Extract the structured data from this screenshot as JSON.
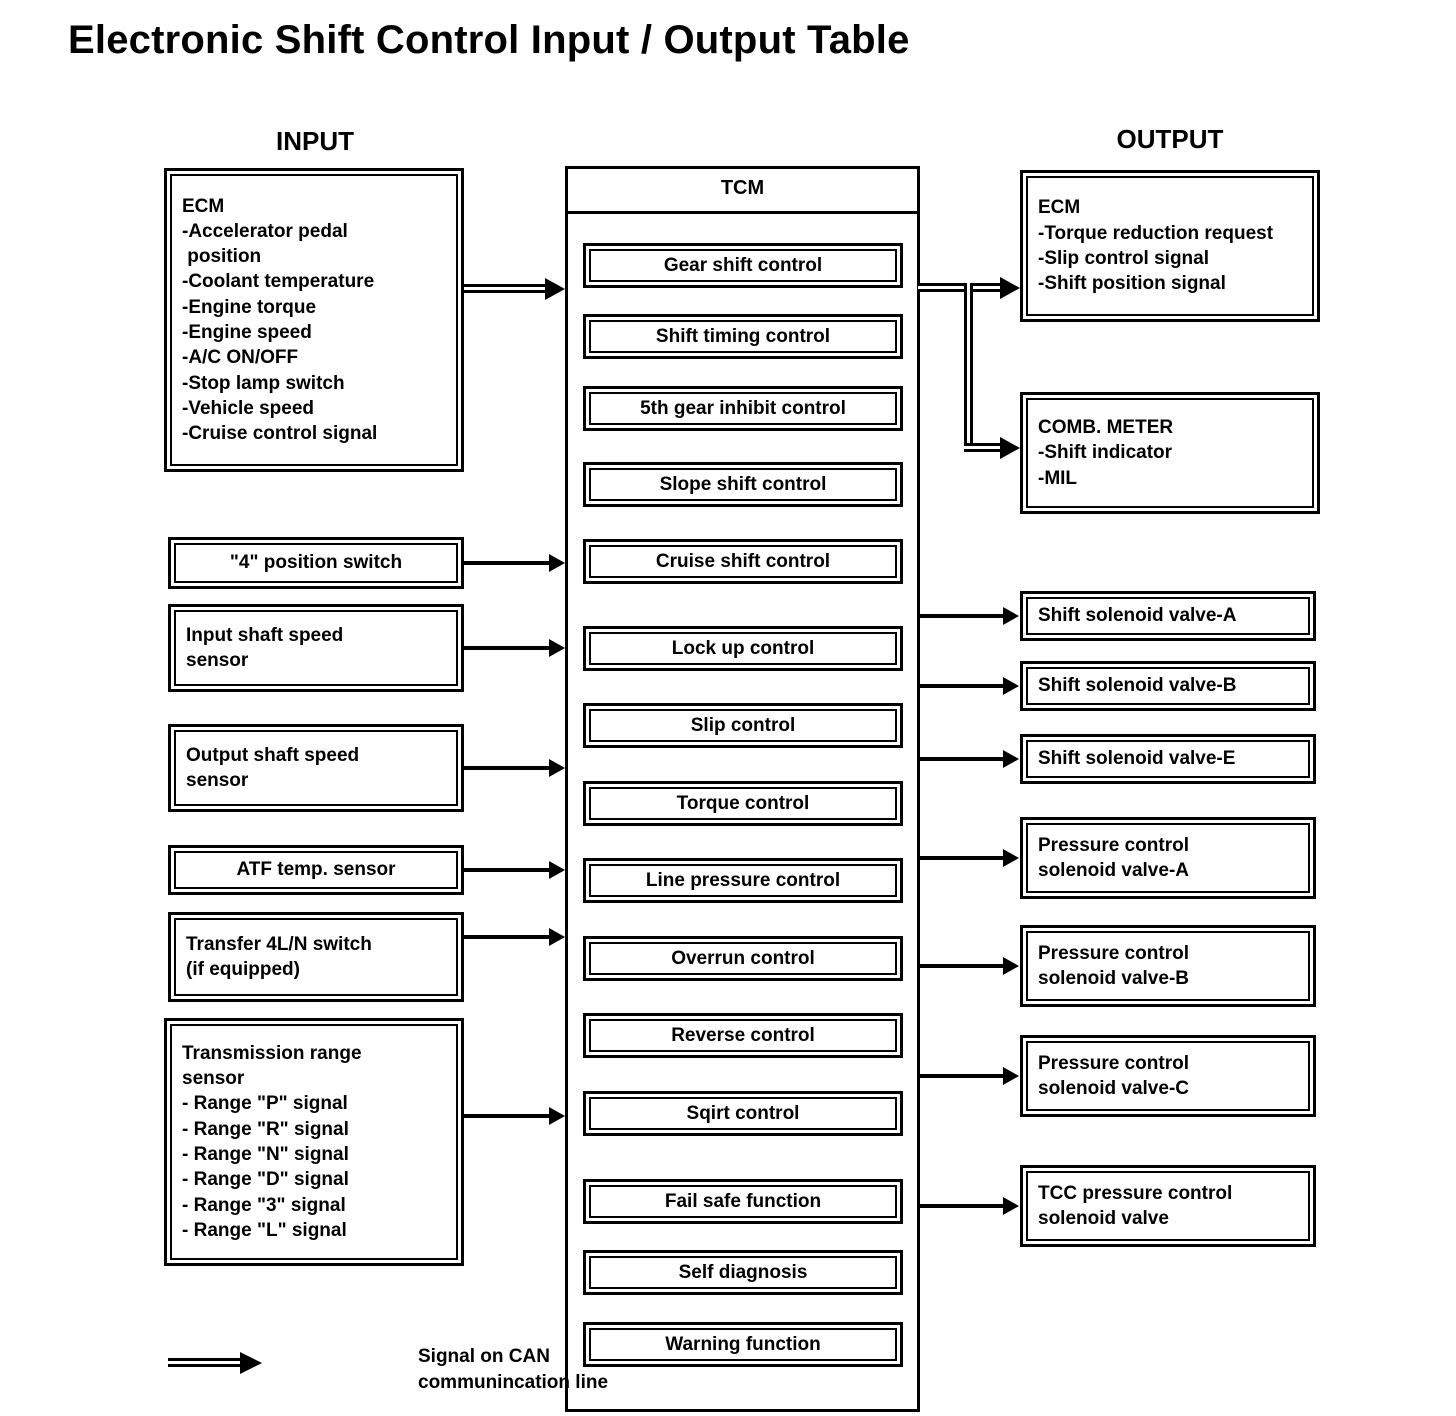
{
  "title": "Electronic Shift Control Input / Output Table",
  "columns": {
    "input_heading": "INPUT",
    "output_heading": "OUTPUT"
  },
  "tcm": {
    "header": "TCM",
    "functions": [
      {
        "label": "Gear shift control"
      },
      {
        "label": "Shift timing control"
      },
      {
        "label": "5th gear inhibit control"
      },
      {
        "label": "Slope shift control"
      },
      {
        "label": "Cruise shift control"
      },
      {
        "label": "Lock up control"
      },
      {
        "label": "Slip control"
      },
      {
        "label": "Torque control"
      },
      {
        "label": "Line pressure control"
      },
      {
        "label": "Overrun control"
      },
      {
        "label": "Reverse control"
      },
      {
        "label": "Sqirt control"
      },
      {
        "label": "Fail safe function"
      },
      {
        "label": "Self diagnosis"
      },
      {
        "label": "Warning function"
      }
    ]
  },
  "inputs": [
    {
      "name": "ecm",
      "lines": [
        "ECM",
        "-Accelerator pedal",
        " position",
        "-Coolant temperature",
        "-Engine torque",
        "-Engine speed",
        "-A/C ON/OFF",
        "-Stop lamp switch",
        "-Vehicle speed",
        "-Cruise control signal"
      ],
      "connector": "can"
    },
    {
      "name": "position-switch-4",
      "lines": [
        "\"4\" position switch"
      ],
      "centered": true,
      "connector": "plain"
    },
    {
      "name": "input-shaft-speed-sensor",
      "lines": [
        "Input shaft speed",
        "sensor"
      ],
      "connector": "plain"
    },
    {
      "name": "output-shaft-speed-sensor",
      "lines": [
        "Output shaft speed",
        "sensor"
      ],
      "connector": "plain"
    },
    {
      "name": "atf-temp-sensor",
      "lines": [
        "ATF temp. sensor"
      ],
      "centered": true,
      "connector": "plain"
    },
    {
      "name": "transfer-4ln-switch",
      "lines": [
        "Transfer 4L/N switch",
        "(if equipped)"
      ],
      "connector": "plain"
    },
    {
      "name": "transmission-range-sensor",
      "lines": [
        "Transmission range",
        "sensor",
        "- Range \"P\" signal",
        "- Range \"R\" signal",
        "- Range \"N\" signal",
        "- Range \"D\" signal",
        "- Range \"3\" signal",
        "- Range \"L\" signal"
      ],
      "connector": "plain"
    }
  ],
  "outputs": [
    {
      "name": "ecm",
      "lines": [
        "ECM",
        "-Torque reduction request",
        "-Slip control signal",
        "-Shift position signal"
      ],
      "connector": "can"
    },
    {
      "name": "comb-meter",
      "lines": [
        "COMB. METER",
        "-Shift indicator",
        "-MIL"
      ],
      "connector": "can"
    },
    {
      "name": "shift-solenoid-valve-a",
      "lines": [
        "Shift solenoid valve-A"
      ],
      "connector": "plain"
    },
    {
      "name": "shift-solenoid-valve-b",
      "lines": [
        "Shift solenoid valve-B"
      ],
      "connector": "plain"
    },
    {
      "name": "shift-solenoid-valve-e",
      "lines": [
        "Shift solenoid valve-E"
      ],
      "connector": "plain"
    },
    {
      "name": "pressure-control-solenoid-valve-a",
      "lines": [
        "Pressure control",
        "solenoid valve-A"
      ],
      "connector": "plain"
    },
    {
      "name": "pressure-control-solenoid-valve-b",
      "lines": [
        "Pressure control",
        "solenoid valve-B"
      ],
      "connector": "plain"
    },
    {
      "name": "pressure-control-solenoid-valve-c",
      "lines": [
        "Pressure control",
        "solenoid valve-C"
      ],
      "connector": "plain"
    },
    {
      "name": "tcc-pressure-control-solenoid-valve",
      "lines": [
        "TCC pressure control",
        "solenoid valve"
      ],
      "connector": "plain"
    }
  ],
  "legend": {
    "lines": [
      "Signal on CAN",
      "communincation line"
    ]
  },
  "colors": {
    "ink": "#000000",
    "paper": "#ffffff"
  }
}
